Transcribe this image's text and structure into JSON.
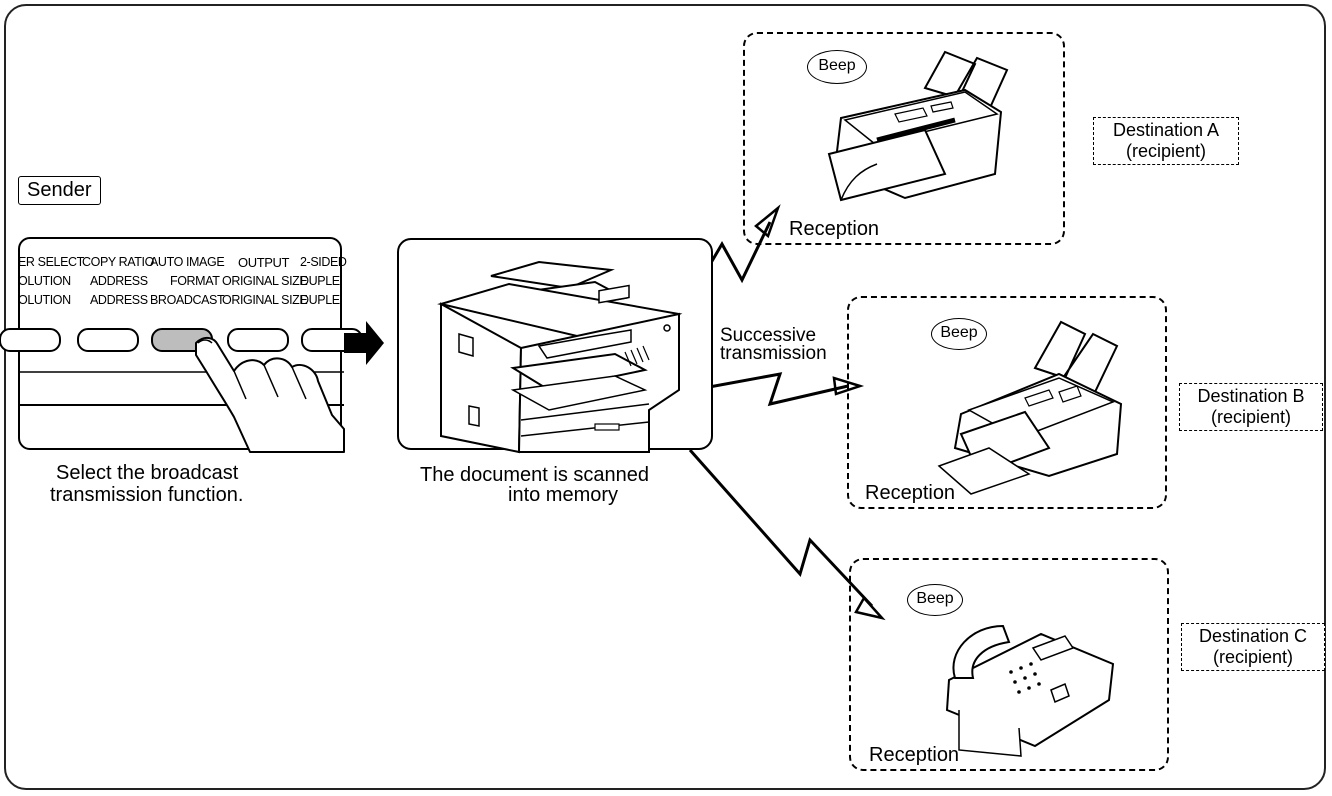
{
  "sender": {
    "label": "Sender",
    "panel_rows": [
      [
        "ER SELECT",
        "COPY RATIO",
        "AUTO IMAGE",
        "OUTPUT",
        "2-SIDED"
      ],
      [
        "OLUTION",
        "ADDRESS",
        "FORMAT",
        "ORIGINAL SIZE",
        "DUPLE"
      ],
      [
        "OLUTION",
        "ADDRESS",
        "BROADCAST",
        "ORIGINAL SIZE",
        "DUPLE"
      ]
    ],
    "caption_line1": "Select the broadcast",
    "caption_line2": "transmission function."
  },
  "scanner": {
    "caption_line1": "The document is scanned",
    "caption_line2": "into memory"
  },
  "transmission": {
    "label_line1": "Successive",
    "label_line2": "transmission"
  },
  "destinations": [
    {
      "name": "Destination A",
      "role": "(recipient)",
      "beep": "Beep",
      "reception": "Reception"
    },
    {
      "name": "Destination B",
      "role": "(recipient)",
      "beep": "Beep",
      "reception": "Reception"
    },
    {
      "name": "Destination C",
      "role": "(recipient)",
      "beep": "Beep",
      "reception": "Reception"
    }
  ]
}
